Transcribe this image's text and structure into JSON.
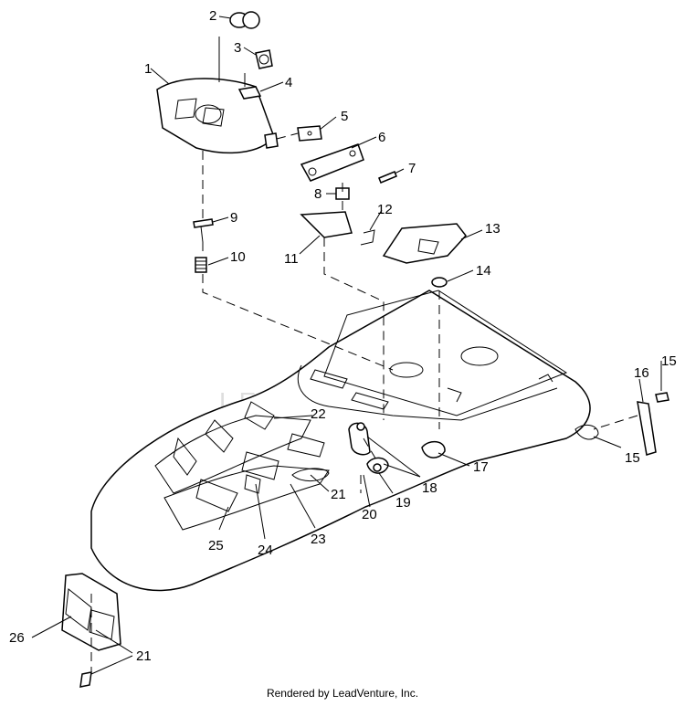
{
  "footer": "Rendered by LeadVenture, Inc.",
  "watermark": "LEADVENTURE",
  "callouts": [
    "1",
    "2",
    "3",
    "4",
    "5",
    "6",
    "7",
    "8",
    "9",
    "10",
    "11",
    "12",
    "13",
    "14",
    "15",
    "15",
    "16",
    "17",
    "18",
    "19",
    "20",
    "21",
    "21",
    "22",
    "23",
    "24",
    "25",
    "26"
  ]
}
